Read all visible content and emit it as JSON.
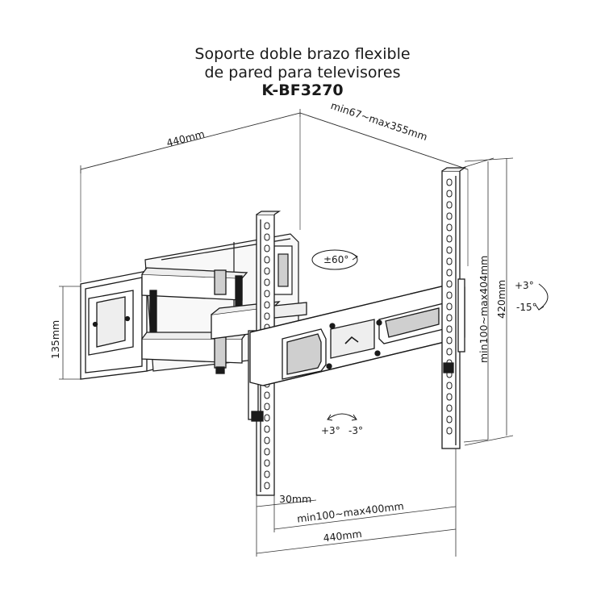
{
  "title": {
    "line1": "Soporte doble brazo flexible",
    "line2": "de pared para televisores",
    "model": "K-BF3270"
  },
  "dimensions": {
    "wall_width": "440mm",
    "extension": "min67~max355mm",
    "wall_height": "135mm",
    "vesa_vertical": "min100~max404mm",
    "plate_height": "420mm",
    "gap": "30mm",
    "vesa_horizontal": "min100~max400mm",
    "tv_width": "440mm"
  },
  "angles": {
    "swivel": "±60°",
    "tilt_up": "+3°",
    "tilt_down": "-15°",
    "level_plus": "+3°",
    "level_minus": "-3°"
  },
  "colors": {
    "line": "#1a1a1a",
    "shade": "#cfcfcf",
    "wall": "#eeeeee"
  }
}
